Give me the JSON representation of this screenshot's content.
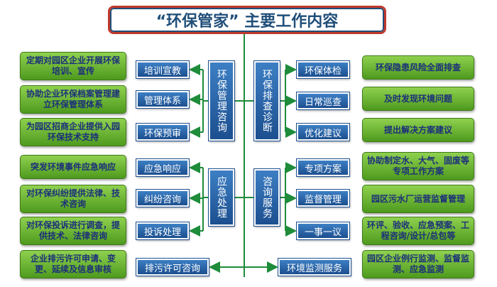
{
  "title": "“环保管家” 主要工作内容",
  "colors": {
    "line": "#1e8c3a",
    "title_border": "#c0392b",
    "blue": "#1c4f8f",
    "green": "#6cb33f"
  },
  "left_groups": [
    {
      "label": "环保管理咨询",
      "items": [
        {
          "label": "培训宣教",
          "desc": "定期对园区企业开展环保培训、宣传"
        },
        {
          "label": "管理体系",
          "desc": "协助企业环保档案管理建立环保管理体系"
        },
        {
          "label": "环保预审",
          "desc": "为园区招商企业提供入园环保技术支持"
        }
      ]
    },
    {
      "label": "应急处理",
      "items": [
        {
          "label": "应急响应",
          "desc": "突发环境事件应急响应"
        },
        {
          "label": "纠纷咨询",
          "desc": "对环保纠纷提供法律、技术咨询"
        },
        {
          "label": "投诉处理",
          "desc": "对环保投诉进行调查，提供技术、法律咨询"
        }
      ]
    }
  ],
  "right_groups": [
    {
      "label": "环保排查诊断",
      "items": [
        {
          "label": "环保体检",
          "desc": "环保隐患风险全面排查"
        },
        {
          "label": "日常巡查",
          "desc": "及时发现环境问题"
        },
        {
          "label": "优化建议",
          "desc": "提出解决方案建议"
        }
      ]
    },
    {
      "label": "咨询服务",
      "items": [
        {
          "label": "专项方案",
          "desc": "协助制定水、大气、固废等专项工作方案"
        },
        {
          "label": "监督管理",
          "desc": "园区污水厂运营监督管理"
        },
        {
          "label": "一事一议",
          "desc": "环评、验收、应急预案、工程咨询/设计/总包等"
        }
      ]
    }
  ],
  "bottom_left": {
    "label": "排污许可咨询",
    "desc": "企业排污许可申请、变更、延续及信息审核"
  },
  "bottom_right": {
    "label": "环境监测服务",
    "desc": "园区企业例行监测、监督监测、应急监测"
  }
}
